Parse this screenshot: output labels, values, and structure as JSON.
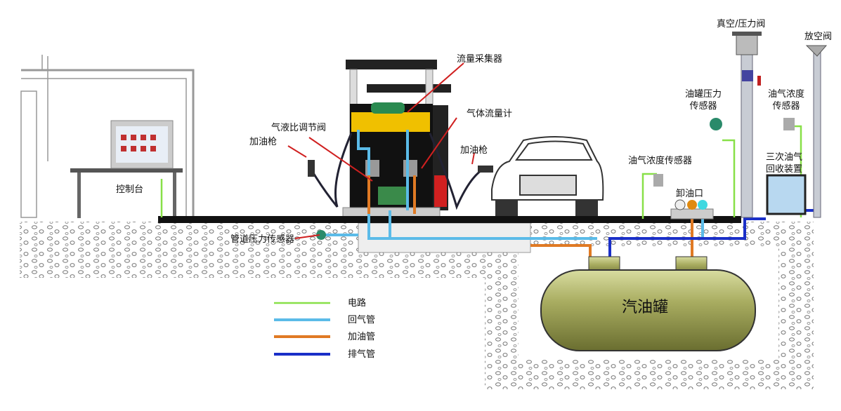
{
  "labels": {
    "flow_collector": "流量采集器",
    "gas_flowmeter": "气体流量计",
    "gas_liquid_valve": "气液比调节阀",
    "nozzle_left": "加油枪",
    "nozzle_right": "加油枪",
    "console": "控制台",
    "pipe_pressure_sensor": "管道压力传感器",
    "vapor_sensor_ground": "油气浓度传感器",
    "unloading_port": "卸油口",
    "tank_pressure_sensor_1": "油罐压力",
    "tank_pressure_sensor_2": "传感器",
    "vapor_sensor_vent_1": "油气浓度",
    "vapor_sensor_vent_2": "传感器",
    "recovery_unit_1": "三次油气",
    "recovery_unit_2": "回收装置",
    "pv_valve": "真空/压力阀",
    "vent_valve": "放空阀",
    "tank": "汽油罐"
  },
  "legend": [
    {
      "label": "电路",
      "color": "#88e048"
    },
    {
      "label": "回气管",
      "color": "#5bbbe8"
    },
    {
      "label": "加油管",
      "color": "#e07a24"
    },
    {
      "label": "排气管",
      "color": "#1a2fc8"
    }
  ]
}
